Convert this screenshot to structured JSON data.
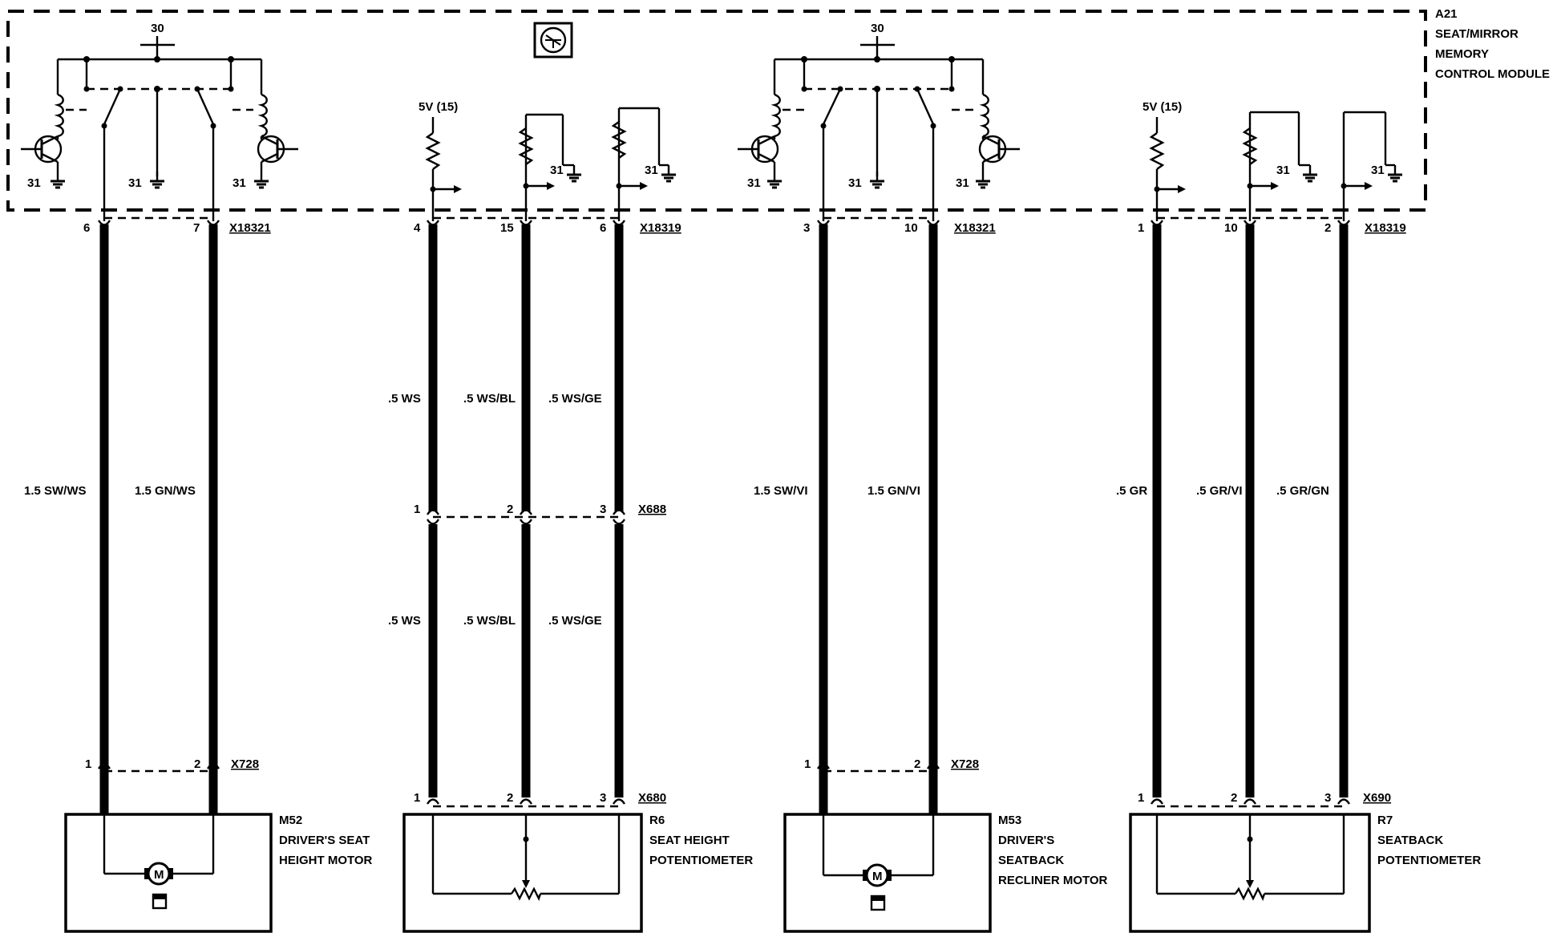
{
  "module": {
    "id": "A21",
    "name_lines": [
      "SEAT/MIRROR",
      "MEMORY",
      "CONTROL MODULE"
    ]
  },
  "labels": {
    "supply_30": "30",
    "ground_31": "31",
    "supply_5v": "5V (15)"
  },
  "connectors": {
    "x18321": "X18321",
    "x18319": "X18319",
    "x728": "X728",
    "x688": "X688",
    "x680": "X680",
    "x690": "X690"
  },
  "pins": {
    "g1_top": [
      "6",
      "7"
    ],
    "g1_bot": [
      "1",
      "2"
    ],
    "g2_top": [
      "4",
      "15",
      "6"
    ],
    "g2_mid": [
      "1",
      "2",
      "3"
    ],
    "g2_bot": [
      "1",
      "2",
      "3"
    ],
    "g3_top": [
      "3",
      "10"
    ],
    "g3_bot": [
      "1",
      "2"
    ],
    "g4_top": [
      "1",
      "10",
      "2"
    ],
    "g4_bot": [
      "1",
      "2",
      "3"
    ]
  },
  "wires": {
    "g1": [
      "1.5 SW/WS",
      "1.5 GN/WS"
    ],
    "g2_upper": [
      ".5 WS",
      ".5 WS/BL",
      ".5 WS/GE"
    ],
    "g2_lower": [
      ".5 WS",
      ".5 WS/BL",
      ".5 WS/GE"
    ],
    "g3": [
      "1.5 SW/VI",
      "1.5 GN/VI"
    ],
    "g4": [
      ".5 GR",
      ".5 GR/VI",
      ".5 GR/GN"
    ]
  },
  "components": {
    "m52": {
      "id": "M52",
      "lines": [
        "DRIVER'S SEAT",
        "HEIGHT MOTOR"
      ]
    },
    "r6": {
      "id": "R6",
      "lines": [
        "SEAT HEIGHT",
        "POTENTIOMETER"
      ]
    },
    "m53": {
      "id": "M53",
      "lines": [
        "DRIVER'S",
        "SEATBACK",
        "RECLINER MOTOR"
      ]
    },
    "r7": {
      "id": "R7",
      "lines": [
        "SEATBACK",
        "POTENTIOMETER"
      ]
    }
  },
  "motor_symbol": "M",
  "icons": [
    "module-symbol-icon",
    "ground-icon",
    "transistor-icon",
    "relay-coil-icon",
    "relay-contact-icon",
    "resistor-icon",
    "arrow-right-icon",
    "motor-icon",
    "battery-icon",
    "potentiometer-icon"
  ]
}
